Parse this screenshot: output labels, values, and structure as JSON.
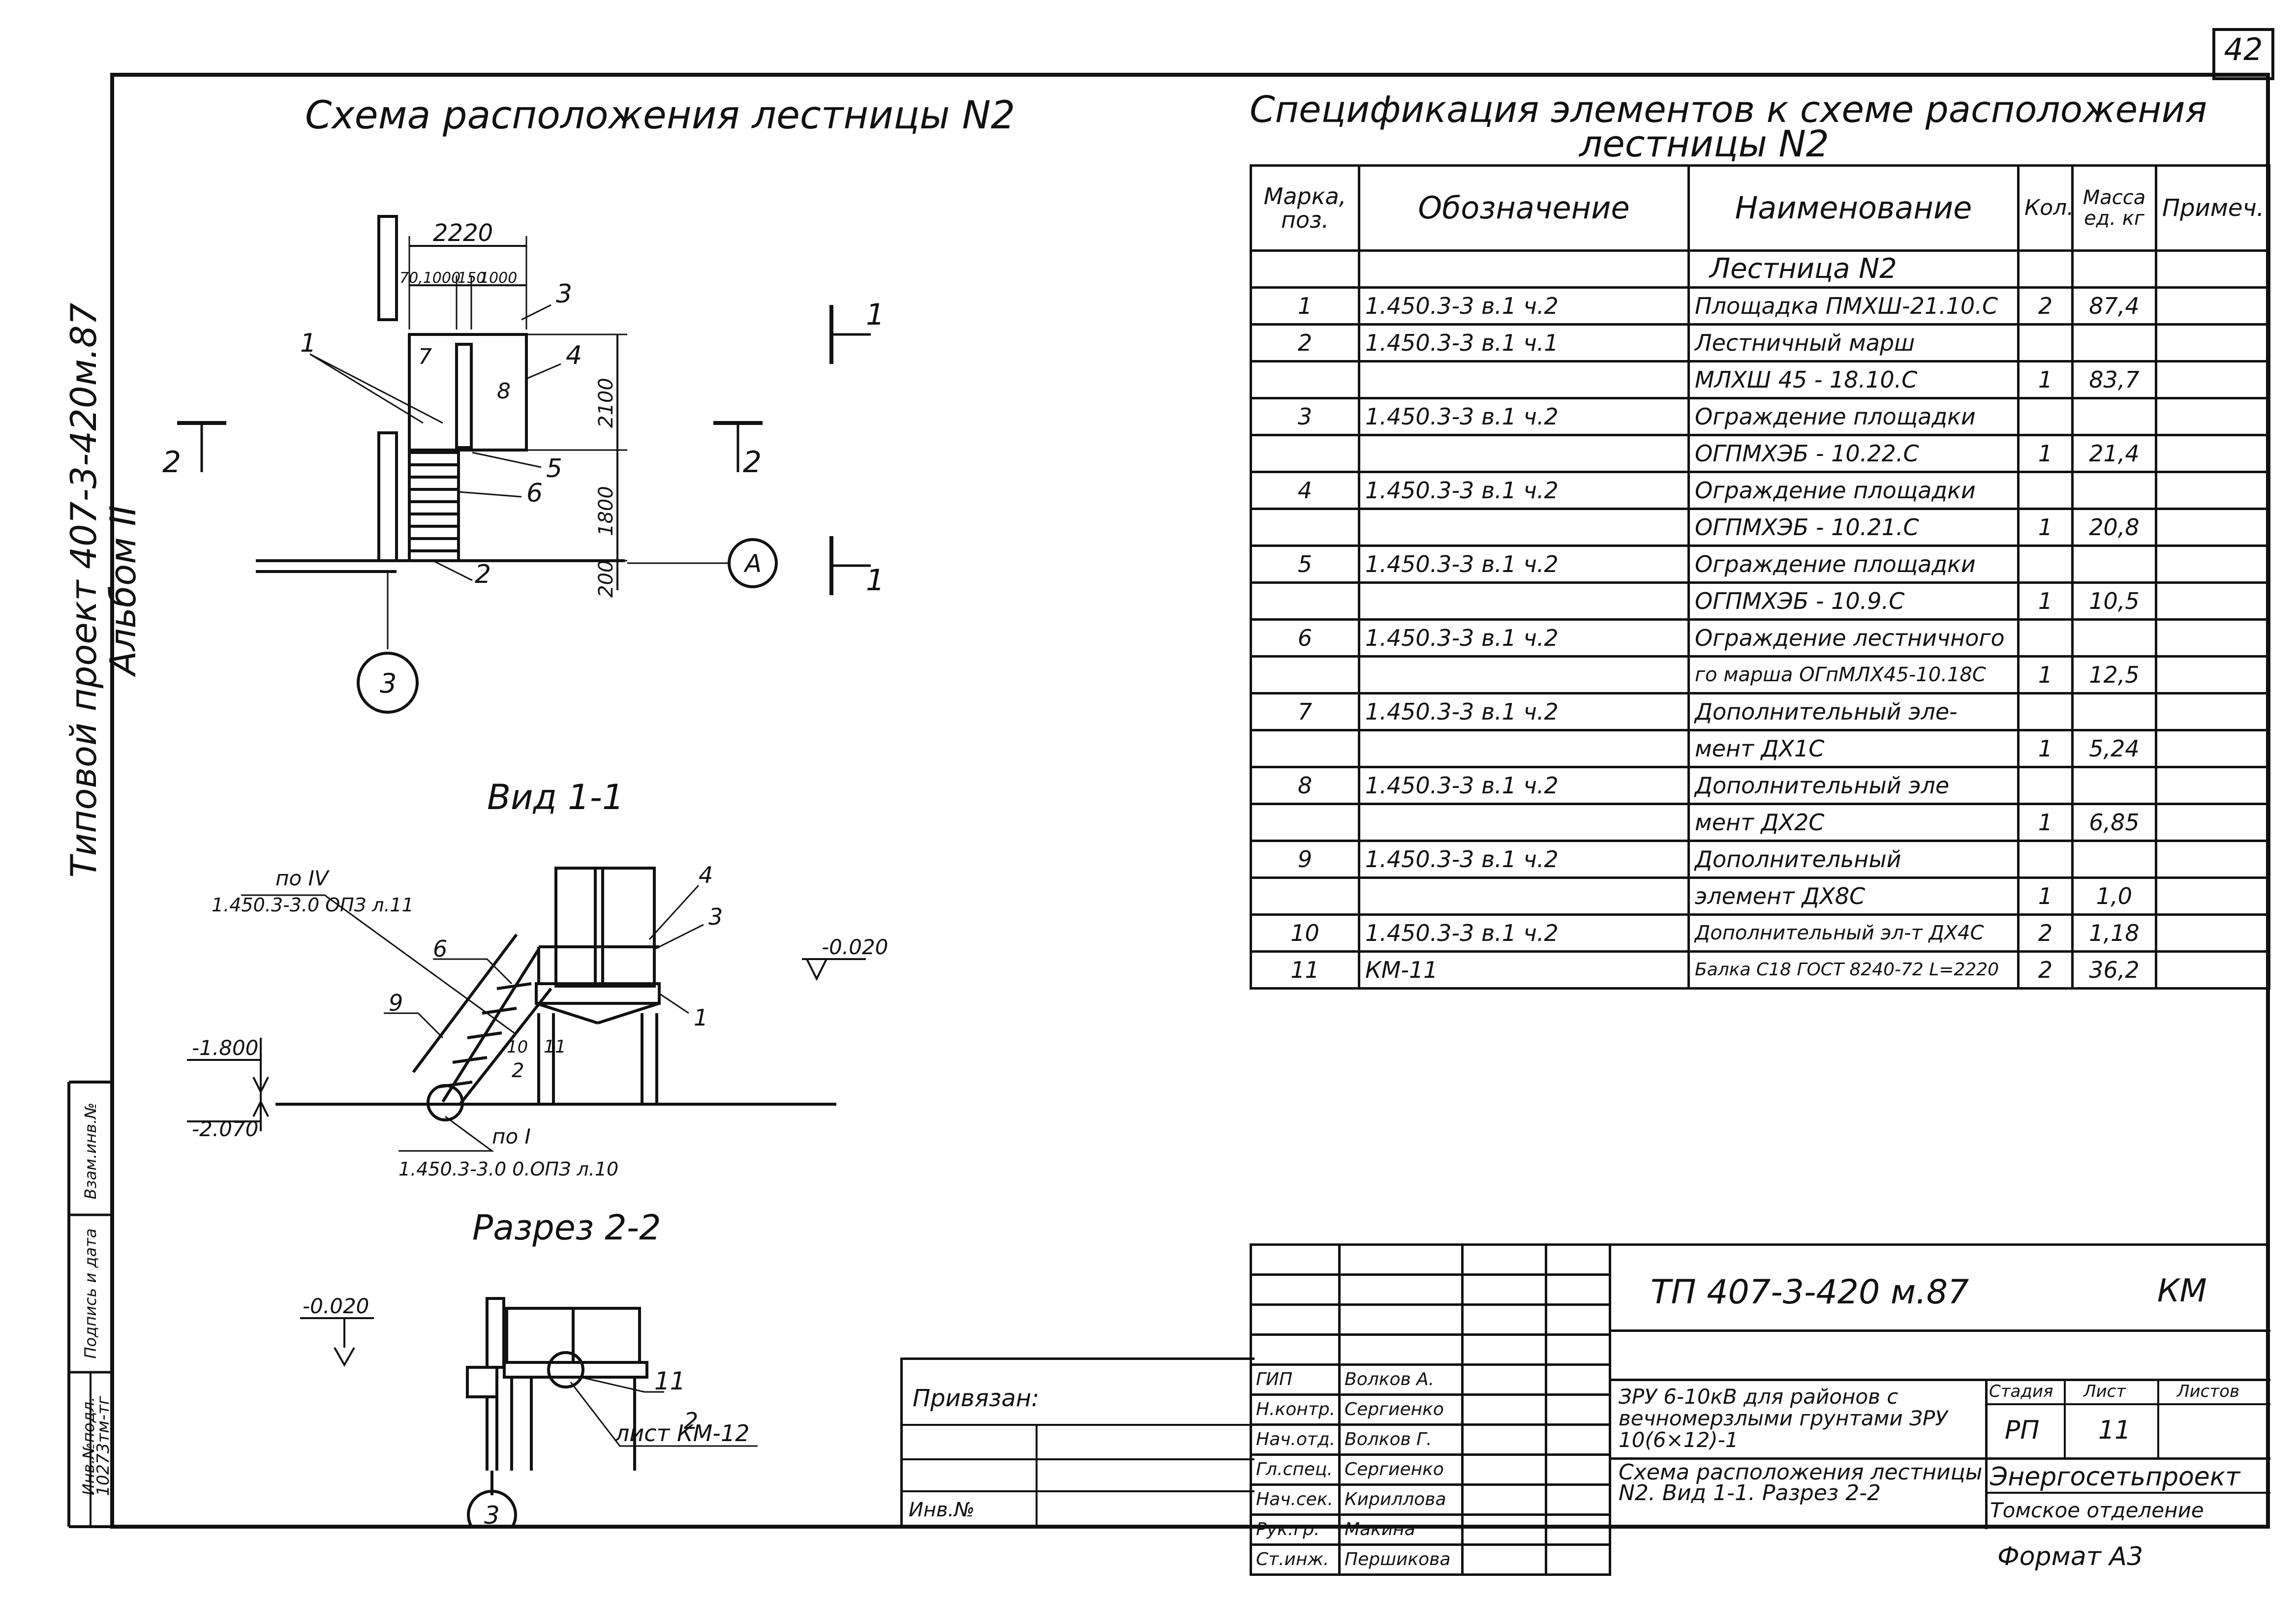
{
  "sheet": {
    "number": "42",
    "format": "Формат А3"
  },
  "left_strip": {
    "project_text": "Типовой проект 407-3-420м.87 Альбом II",
    "inv_number": "10273тм-тг",
    "labels": [
      "Инв.№подл.",
      "Подпись и дата",
      "Взам.инв.№"
    ]
  },
  "plan": {
    "title": "Схема расположения лестницы N2",
    "dims": {
      "overall": "2220",
      "sub_left": "70,1000",
      "sub_mid": "150",
      "sub_right": "1000",
      "v_top": "2100",
      "v_mid": "1800",
      "v_bottom": "200"
    },
    "callouts": [
      "1",
      "2",
      "3",
      "4",
      "5",
      "6",
      "7",
      "8"
    ],
    "section_marks": {
      "a": "1",
      "b": "2"
    },
    "axis_a": "А",
    "axis_3": "3"
  },
  "view11": {
    "title": "Вид 1-1",
    "ref_top": "по IV",
    "ref_top_doc": "1.450.3-3.0 ОПЗ л.11",
    "ref_bottom": "по I",
    "ref_bottom_doc": "1.450.3-3.0 0.ОПЗ л.10",
    "level_top": "-0.020",
    "level_mid": "-1.800",
    "level_bottom": "-2.070",
    "callouts": [
      "4",
      "3",
      "6",
      "9",
      "1",
      "11",
      "10",
      "2"
    ]
  },
  "section22": {
    "title": "Разрез 2-2",
    "level": "-0.020",
    "callout_11": "11",
    "callout_2": "2",
    "sheet_ref": "лист КМ-12",
    "axis": "3"
  },
  "spec": {
    "title_line1": "Спецификация элементов к схеме расположения",
    "title_line2": "лестницы N2",
    "headers": [
      "Марка, поз.",
      "Обозначение",
      "Наименование",
      "Кол.",
      "Масса ед. кг",
      "Примеч."
    ],
    "rows": [
      [
        "",
        "",
        "Лестница N2",
        "",
        "",
        ""
      ],
      [
        "1",
        "1.450.3-3 в.1 ч.2",
        "Площадка ПМХШ-21.10.С",
        "2",
        "87,4",
        ""
      ],
      [
        "2",
        "1.450.3-3 в.1 ч.1",
        "Лестничный марш",
        "",
        "",
        ""
      ],
      [
        "",
        "",
        "МЛХШ 45 - 18.10.С",
        "1",
        "83,7",
        ""
      ],
      [
        "3",
        "1.450.3-3 в.1 ч.2",
        "Ограждение площадки",
        "",
        "",
        ""
      ],
      [
        "",
        "",
        "ОГПМХЭБ - 10.22.С",
        "1",
        "21,4",
        ""
      ],
      [
        "4",
        "1.450.3-3 в.1 ч.2",
        "Ограждение площадки",
        "",
        "",
        ""
      ],
      [
        "",
        "",
        "ОГПМХЭБ - 10.21.С",
        "1",
        "20,8",
        ""
      ],
      [
        "5",
        "1.450.3-3 в.1 ч.2",
        "Ограждение площадки",
        "",
        "",
        ""
      ],
      [
        "",
        "",
        "ОГПМХЭБ - 10.9.С",
        "1",
        "10,5",
        ""
      ],
      [
        "6",
        "1.450.3-3 в.1 ч.2",
        "Ограждение лестничного",
        "",
        "",
        ""
      ],
      [
        "",
        "",
        "го марша ОГпМЛХ45-10.18С",
        "1",
        "12,5",
        ""
      ],
      [
        "7",
        "1.450.3-3 в.1 ч.2",
        "Дополнительный эле-",
        "",
        "",
        ""
      ],
      [
        "",
        "",
        "мент ДХ1С",
        "1",
        "5,24",
        ""
      ],
      [
        "8",
        "1.450.3-3 в.1 ч.2",
        "Дополнительный эле",
        "",
        "",
        ""
      ],
      [
        "",
        "",
        "мент ДХ2С",
        "1",
        "6,85",
        ""
      ],
      [
        "9",
        "1.450.3-3 в.1 ч.2",
        "Дополнительный",
        "",
        "",
        ""
      ],
      [
        "",
        "",
        "элемент ДХ8С",
        "1",
        "1,0",
        ""
      ],
      [
        "10",
        "1.450.3-3 в.1 ч.2",
        "Дополнительный эл-т ДХ4С",
        "2",
        "1,18",
        ""
      ],
      [
        "11",
        "КМ-11",
        "Балка С18 ГОСТ 8240-72 L=2220",
        "2",
        "36,2",
        ""
      ]
    ]
  },
  "stamp": {
    "privyazan": "Привязан:",
    "inv": "Инв.№",
    "doc_code": "ТП 407-3-420 м.87",
    "mark": "КМ",
    "object": "ЗРУ 6-10кВ для районов с вечномерзлыми грунтами ЗРУ 10(6×12)-1",
    "sheet_title": "Схема расположения лестницы N2. Вид 1-1. Разрез 2-2",
    "stage_hdr": "Стадия",
    "sheet_hdr": "Лист",
    "sheets_hdr": "Листов",
    "stage": "РП",
    "sheet": "11",
    "sheets": "",
    "org1": "Энергосетьпроект",
    "org2": "Томское отделение",
    "signatures": [
      [
        "ГИП",
        "Волков А."
      ],
      [
        "Н.контр.",
        "Сергиенко"
      ],
      [
        "Нач.отд.",
        "Волков Г."
      ],
      [
        "Гл.спец.",
        "Сергиенко"
      ],
      [
        "Нач.сек.",
        "Кириллова"
      ],
      [
        "Рук.гр.",
        "Макина"
      ],
      [
        "Ст.инж.",
        "Першикова"
      ]
    ]
  }
}
